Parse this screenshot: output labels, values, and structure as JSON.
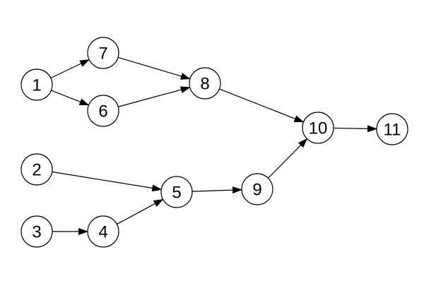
{
  "diagram": {
    "nodes": [
      {
        "id": "1",
        "label": "1"
      },
      {
        "id": "2",
        "label": "2"
      },
      {
        "id": "3",
        "label": "3"
      },
      {
        "id": "4",
        "label": "4"
      },
      {
        "id": "5",
        "label": "5"
      },
      {
        "id": "6",
        "label": "6"
      },
      {
        "id": "7",
        "label": "7"
      },
      {
        "id": "8",
        "label": "8"
      },
      {
        "id": "9",
        "label": "9"
      },
      {
        "id": "10",
        "label": "10"
      },
      {
        "id": "11",
        "label": "11"
      }
    ],
    "edges": [
      {
        "from": "1",
        "to": "7"
      },
      {
        "from": "1",
        "to": "6"
      },
      {
        "from": "7",
        "to": "8"
      },
      {
        "from": "6",
        "to": "8"
      },
      {
        "from": "8",
        "to": "10"
      },
      {
        "from": "2",
        "to": "5"
      },
      {
        "from": "3",
        "to": "4"
      },
      {
        "from": "4",
        "to": "5"
      },
      {
        "from": "5",
        "to": "9"
      },
      {
        "from": "9",
        "to": "10"
      },
      {
        "from": "10",
        "to": "11"
      }
    ],
    "colors": {
      "stroke": "#000000",
      "fill": "#ffffff"
    }
  }
}
